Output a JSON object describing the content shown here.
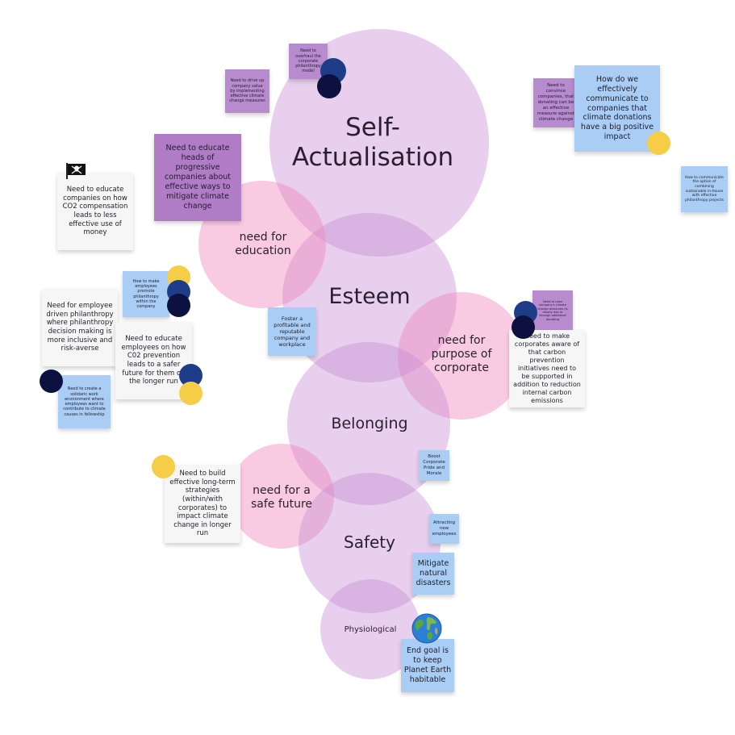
{
  "colors": {
    "circle_purple": "#c68cd4",
    "circle_pink": "#f082b9",
    "note_white": "#f6f6f6",
    "note_blue": "#a9cdf4",
    "note_purple": "#b88bcf",
    "dot_navy": "#0d1140",
    "dot_blue": "#1f3c88",
    "dot_yellow": "#f6cd46"
  },
  "circles": {
    "self_actualisation": "Self-Actualisation",
    "education": "need for education",
    "esteem": "Esteem",
    "purpose": "need for purpose of corporate",
    "belonging": "Belonging",
    "safe_future": "need for a safe future",
    "safety": "Safety",
    "physiological": "Physiological"
  },
  "notes": {
    "overhaul": "Need to overhaul the corporate philanthropy model",
    "drive_value": "Need to drive up company value by implementing effective climate change measures",
    "educate_heads": "Need to educate heads of progressive companies about effective ways to mitigate climate change",
    "convince": "Need to convince companies, that donating can be an effective measure against climate change",
    "how_communicate": "How do we effectively communicate to companies that climate donations have a big positive impact",
    "communicate_option": "How to communicate the option of combining sustainable in-house with effective philanthropy projects",
    "educate_co2": "Need to educate companies on how CO2 compensation leads to less effective use of money",
    "promote_employees": "How to make employees promote philanthropy within the company",
    "employee_driven": "Need for employee driven philanthropy where philanthropy decision making is more inclusive and risk-averse",
    "educate_employees": "Need to educate employees on how C02 prevention leads to a safer future for them on the longer run",
    "solidaric": "Need to create a solidaric work environment where employees want to contribute to climate causes in fellowship",
    "foster": "Foster a profitable and reputable company and workplace",
    "raise_awareness": "Need to raise company's climate change measures (is mostly due to through additional donating",
    "make_aware": "Need to make corporates aware of that carbon prevention initiatives need to be supported in addition to reduction internal carbon emissions",
    "boost": "Boost Corporate Pride and Morale",
    "build_strategies": "Need to build effective long-term strategies (within/with corporates) to impact climate change in longer run",
    "attracting": "Attracting new employees",
    "mitigate": "Mitigate natural disasters",
    "end_goal": "End goal is to keep Planet Earth habitable"
  },
  "icons": {
    "flag": "pirate-flag-icon",
    "globe": "globe-icon"
  }
}
